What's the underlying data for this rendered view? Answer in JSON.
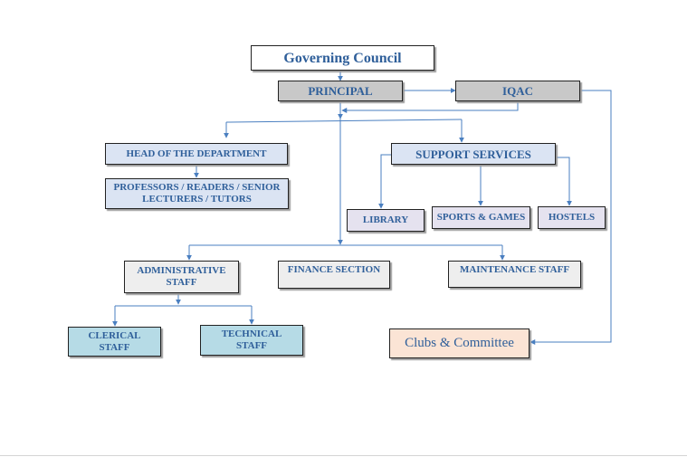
{
  "nodes": {
    "governing_council": "Governing Council",
    "principal": "PRINCIPAL",
    "iqac": "IQAC",
    "head_of_department": "HEAD OF THE DEPARTMENT",
    "professors": [
      "PROFESSORS / READERS / SENIOR",
      "LECTURERS / TUTORS"
    ],
    "support_services": "SUPPORT SERVICES",
    "library": "LIBRARY",
    "sports_games": "SPORTS & GAMES",
    "hostels": "HOSTELS",
    "administrative_staff": [
      "ADMINISTRATIVE",
      "STAFF"
    ],
    "finance_section": "FINANCE SECTION",
    "maintenance_staff": "MAINTENANCE STAFF",
    "clerical_staff": [
      "CLERICAL",
      "STAFF"
    ],
    "technical_staff": [
      "TECHNICAL",
      "STAFF"
    ],
    "clubs_committee": "Clubs & Committee"
  },
  "edges": [
    [
      "governing_council",
      "principal"
    ],
    [
      "principal",
      "iqac"
    ],
    [
      "iqac",
      "principal"
    ],
    [
      "principal",
      "head_of_department"
    ],
    [
      "principal",
      "support_services"
    ],
    [
      "head_of_department",
      "professors"
    ],
    [
      "support_services",
      "library"
    ],
    [
      "support_services",
      "sports_games"
    ],
    [
      "support_services",
      "hostels"
    ],
    [
      "principal",
      "administrative_staff"
    ],
    [
      "principal",
      "maintenance_staff"
    ],
    [
      "administrative_staff",
      "clerical_staff"
    ],
    [
      "administrative_staff",
      "technical_staff"
    ],
    [
      "iqac",
      "clubs_committee"
    ]
  ],
  "colors": {
    "text": "#2f5f9a",
    "line": "#4a7fc0",
    "header_fill": "#c8c8c8",
    "dept_fill": "#dbe4f3",
    "service_fill": "#e5e2ef",
    "section_fill": "#eeeeee",
    "staff_fill": "#b6dbe6",
    "clubs_fill": "#fbe4d5"
  }
}
